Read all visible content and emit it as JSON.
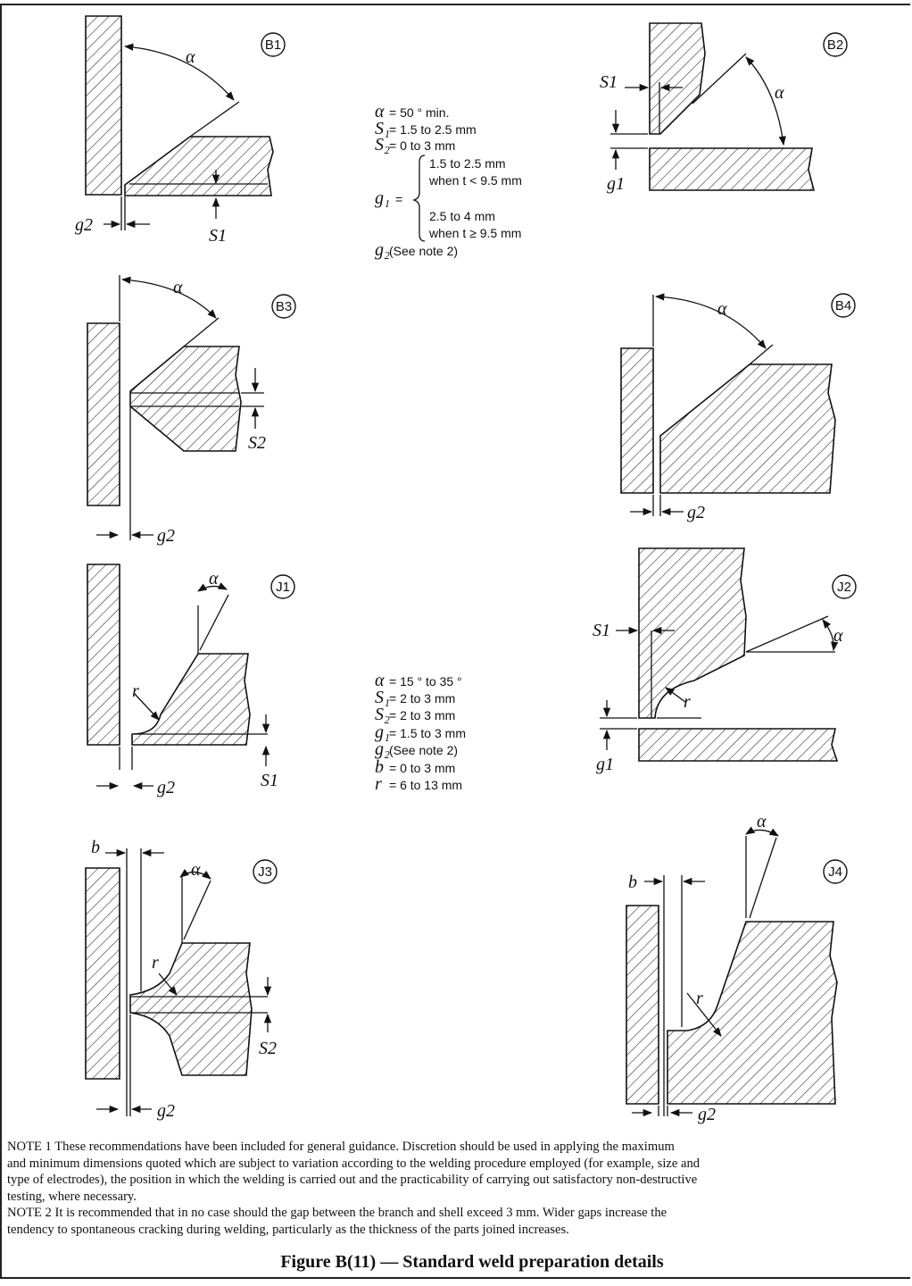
{
  "diagram": {
    "panels": {
      "B1": {
        "tag": "B1",
        "alpha": "α",
        "s1": "S1",
        "g2": "g2"
      },
      "B2": {
        "tag": "B2",
        "alpha": "α",
        "s1": "S1",
        "g1": "g1"
      },
      "B3": {
        "tag": "B3",
        "alpha": "α",
        "s2": "S2",
        "g2": "g2"
      },
      "B4": {
        "tag": "B4",
        "alpha": "α",
        "g2": "g2"
      },
      "J1": {
        "tag": "J1",
        "alpha": "α",
        "r": "r",
        "s1": "S1",
        "g2": "g2"
      },
      "J2": {
        "tag": "J2",
        "alpha": "α",
        "r": "r",
        "s1": "S1",
        "g1": "g1"
      },
      "J3": {
        "tag": "J3",
        "alpha": "α",
        "r": "r",
        "b": "b",
        "s2": "S2",
        "g2": "g2"
      },
      "J4": {
        "tag": "J4",
        "alpha": "α",
        "r": "r",
        "b": "b",
        "g2": "g2"
      }
    },
    "spec_b": {
      "alpha": "= 50 ° min.",
      "s1": "= 1.5 to 2.5 mm",
      "s2": "= 0 to 3 mm",
      "g1_eq": "=",
      "g1_a": "1.5 to 2.5 mm",
      "g1_a_cond": "when t < 9.5 mm",
      "g1_b": "2.5 to 4 mm",
      "g1_b_cond": "when t ≥ 9.5 mm",
      "g2": "(See note 2)"
    },
    "spec_j": {
      "alpha": "= 15 ° to 35 °",
      "s1": "= 2 to 3 mm",
      "s2": "= 2 to 3 mm",
      "g1": "= 1.5 to 3 mm",
      "g2": "(See note 2)",
      "b": "= 0 to 3 mm",
      "r": "= 6 to 13 mm"
    }
  },
  "notes": {
    "note1": "NOTE 1    These recommendations have been included for general guidance. Discretion should be used in applying the maximum",
    "note1_l2": "and minimum dimensions quoted which are subject to variation according to the welding procedure employed (for example, size and",
    "note1_l3": "type of electrodes), the position in which the welding is carried out and the practicability of carrying out satisfactory non-destructive",
    "note1_l4": "testing, where necessary.",
    "note2": "NOTE 2    It is recommended that in no case should the gap between the branch and shell exceed 3 mm. Wider gaps increase the",
    "note2_l2": "tendency to spontaneous cracking during welding, particularly as the thickness of the parts joined increases."
  },
  "caption": "Figure B(11) — Standard weld preparation details"
}
